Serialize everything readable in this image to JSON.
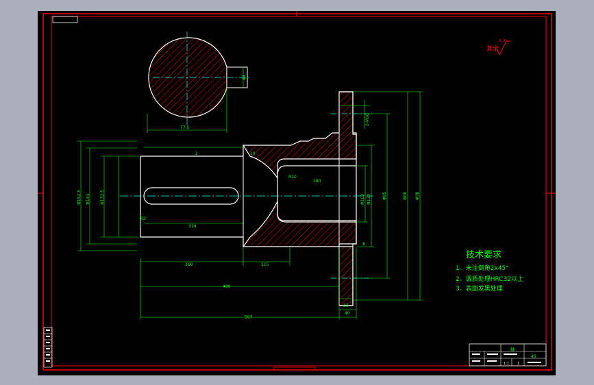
{
  "colors": {
    "background": "#000000",
    "frame": "#ff0000",
    "hatch": "#ff0000",
    "dimension": "#00ff00",
    "text_white": "#ffffff",
    "centerline": "#00ffff",
    "outer_bg": "#a9b0bb"
  },
  "surface_finish": {
    "value": "6.3",
    "label": "其余"
  },
  "dims_section": {
    "bottom": "77.5",
    "keyway": "44"
  },
  "dims_main": {
    "left_outer": "Φ152.5",
    "left_mid": "Φ143",
    "left_inner": "Φ132.5",
    "center_b": "Φ100",
    "center_c": "Φ130",
    "right_d": "Φ85",
    "right_e": "Φ80",
    "right_f": "Φ38",
    "r_chamfer": "2-M10",
    "slot": "R10",
    "keyway_len": "310",
    "bore_depth": "180",
    "top_small": "2",
    "len_360": "360",
    "len_115": "115",
    "len_480": "480",
    "len_597": "597",
    "len_35": "35",
    "len_40": "40",
    "small_8": "8",
    "small_10": "10",
    "small_r": "R3"
  },
  "tech_req": {
    "title": "技术要求",
    "items": [
      "1、未注倒角2x45°",
      "2、调质处理HRC32以上",
      "3、表面发黑处理"
    ]
  },
  "title_block": {
    "part_name": "轴",
    "material": "45",
    "scale": "1:1",
    "sheet": "1"
  }
}
